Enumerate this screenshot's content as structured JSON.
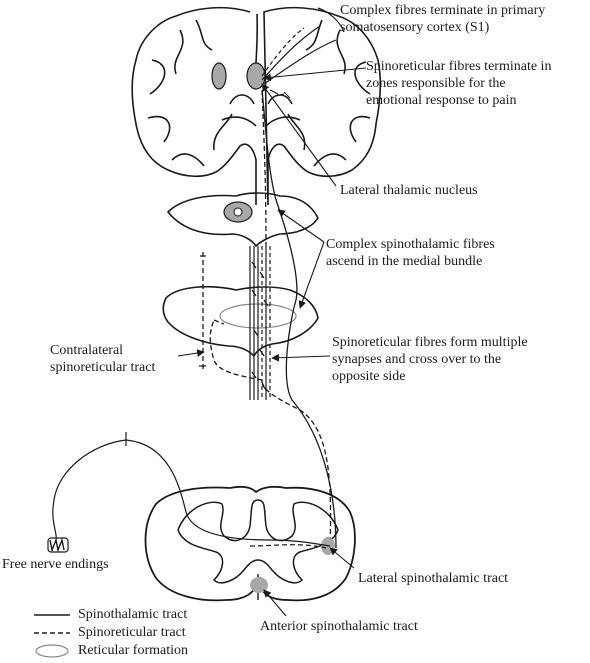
{
  "labels": {
    "s1": [
      "Complex fibres terminate in primary",
      "somatosensory cortex (S1)"
    ],
    "spinoreticular_emotion": [
      "Spinoreticular fibres terminate in",
      "zones responsible for the",
      "emotional response to pain"
    ],
    "lateral_thalamic": [
      "Lateral thalamic nucleus"
    ],
    "medial_bundle": [
      "Complex spinothalamic fibres",
      "ascend in the medial bundle"
    ],
    "contralateral": [
      "Contralateral",
      "spinoreticular tract"
    ],
    "multiple_synapses": [
      "Spinoreticular fibres form multiple",
      "synapses and cross over to the",
      "opposite side"
    ],
    "free_nerve": [
      "Free nerve endings"
    ],
    "lateral_spinothalamic": [
      "Lateral spinothalamic tract"
    ],
    "anterior_spinothalamic": [
      "Anterior spinothalamic tract"
    ]
  },
  "legend": [
    {
      "style": "solid",
      "label": "Spinothalamic tract"
    },
    {
      "style": "dashed",
      "label": "Spinoreticular tract"
    },
    {
      "style": "ellipse",
      "label": "Reticular formation"
    }
  ],
  "colors": {
    "outline": "#1a1a1a",
    "shaded": "#a8a8a8",
    "background": "#ffffff"
  }
}
